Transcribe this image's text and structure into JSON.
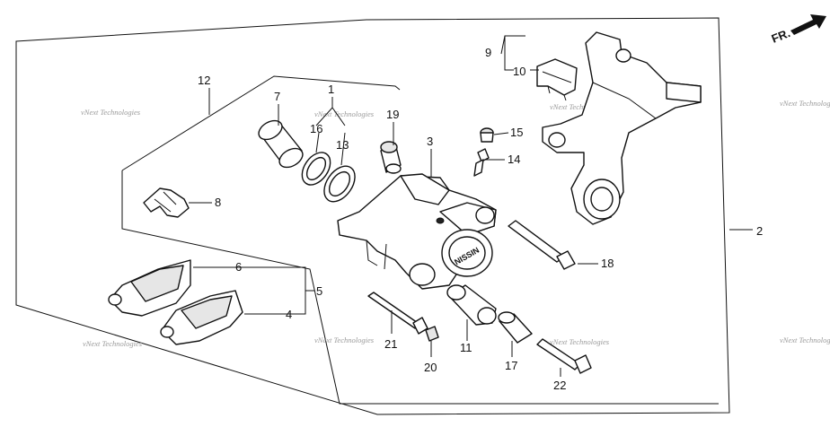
{
  "direction_label": "FR.",
  "watermark": "vNext Technologies",
  "callouts": {
    "p1": "1",
    "p2": "2",
    "p3": "3",
    "p4": "4",
    "p5": "5",
    "p6": "6",
    "p7": "7",
    "p8": "8",
    "p9": "9",
    "p10": "10",
    "p11": "11",
    "p12": "12",
    "p13": "13",
    "p14": "14",
    "p15": "15",
    "p16": "16",
    "p17": "17",
    "p18": "18",
    "p19": "19",
    "p20": "20",
    "p21": "21",
    "p22": "22"
  },
  "caliper_brand": "NISSIN"
}
